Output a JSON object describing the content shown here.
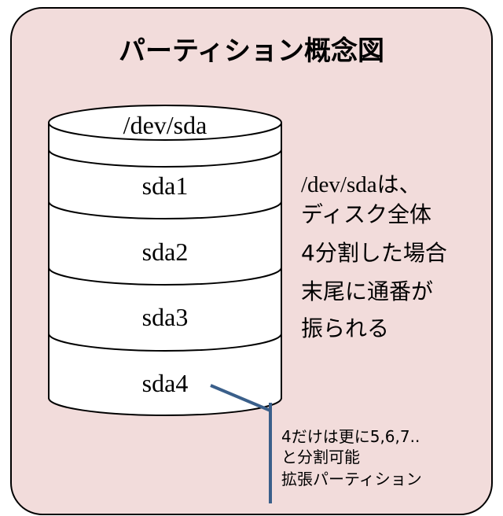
{
  "title": "パーティション概念図",
  "disk": {
    "top_label": "/dev/sda",
    "partitions": [
      "sda1",
      "sda2",
      "sda3",
      "sda4"
    ]
  },
  "note": {
    "line1_prefix": "/dev/sda",
    "line1_suffix": "は、",
    "line2": "ディスク全体",
    "line3": "4分割した場合",
    "line4": "末尾に通番が",
    "line5": "振られる"
  },
  "extended_note": {
    "line1": "4だけは更に5,6,7..",
    "line2": "と分割可能",
    "line3": "拡張パーティション"
  },
  "colors": {
    "panel_fill": "#f2dcdb",
    "panel_border": "#000000",
    "cylinder_fill": "#ffffff",
    "cylinder_stroke": "#000000",
    "pointer_line": "#3a5f8a"
  }
}
